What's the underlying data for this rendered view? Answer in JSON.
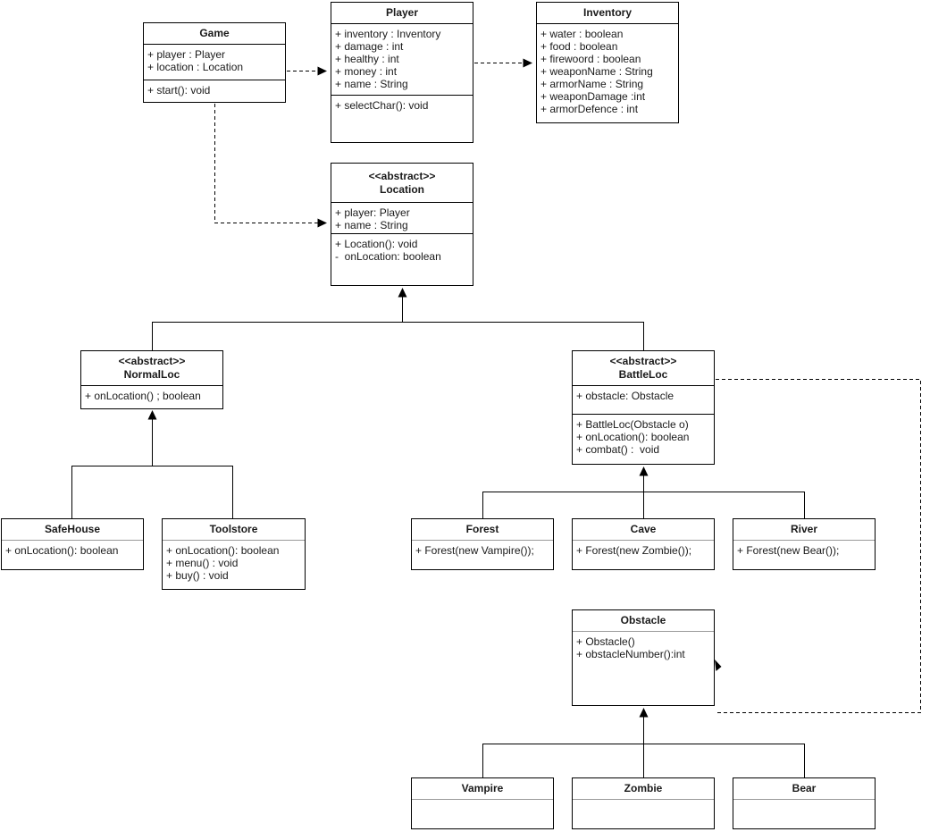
{
  "classes": {
    "game": {
      "name": "Game",
      "attributes": [
        "+ player : Player",
        "+ location : Location"
      ],
      "methods": [
        "+ start(): void"
      ]
    },
    "player": {
      "name": "Player",
      "attributes": [
        "+ inventory : Inventory",
        "+ damage : int",
        "+ healthy : int",
        "+ money : int",
        "+ name : String"
      ],
      "methods": [
        "+ selectChar(): void"
      ]
    },
    "inventory": {
      "name": "Inventory",
      "attributes": [
        "+ water : boolean",
        "+ food : boolean",
        "+ firewoord : boolean",
        "+ weaponName : String",
        "+ armorName : String",
        "+ weaponDamage :int",
        "+ armorDefence : int"
      ]
    },
    "location": {
      "stereotype": "<<abstract>>",
      "name": "Location",
      "attributes": [
        "+ player: Player",
        "+ name : String"
      ],
      "methods": [
        "+ Location(): void",
        "-  onLocation: boolean"
      ]
    },
    "normalloc": {
      "stereotype": "<<abstract>>",
      "name": "NormalLoc",
      "methods": [
        "+ onLocation() ; boolean"
      ]
    },
    "battleloc": {
      "stereotype": "<<abstract>>",
      "name": "BattleLoc",
      "attributes": [
        "+ obstacle: Obstacle"
      ],
      "methods": [
        "+ BattleLoc(Obstacle o)",
        "+ onLocation(): boolean",
        "+ combat() :  void"
      ]
    },
    "safehouse": {
      "name": "SafeHouse",
      "methods": [
        "+ onLocation(): boolean"
      ]
    },
    "toolstore": {
      "name": "Toolstore",
      "methods": [
        "+ onLocation(): boolean",
        "+ menu() : void",
        "+ buy() : void"
      ]
    },
    "forest": {
      "name": "Forest",
      "methods": [
        "+ Forest(new Vampire());"
      ]
    },
    "cave": {
      "name": "Cave",
      "methods": [
        "+ Forest(new Zombie());"
      ]
    },
    "river": {
      "name": "River",
      "methods": [
        "+ Forest(new Bear());"
      ]
    },
    "obstacle": {
      "name": "Obstacle",
      "methods": [
        "+ Obstacle()",
        "+ obstacleNumber():int"
      ]
    },
    "vampire": {
      "name": "Vampire"
    },
    "zombie": {
      "name": "Zombie"
    },
    "bear": {
      "name": "Bear"
    }
  },
  "colors": {
    "stroke": "#000000",
    "background": "#ffffff",
    "separator_light": "#9a9a9a"
  }
}
